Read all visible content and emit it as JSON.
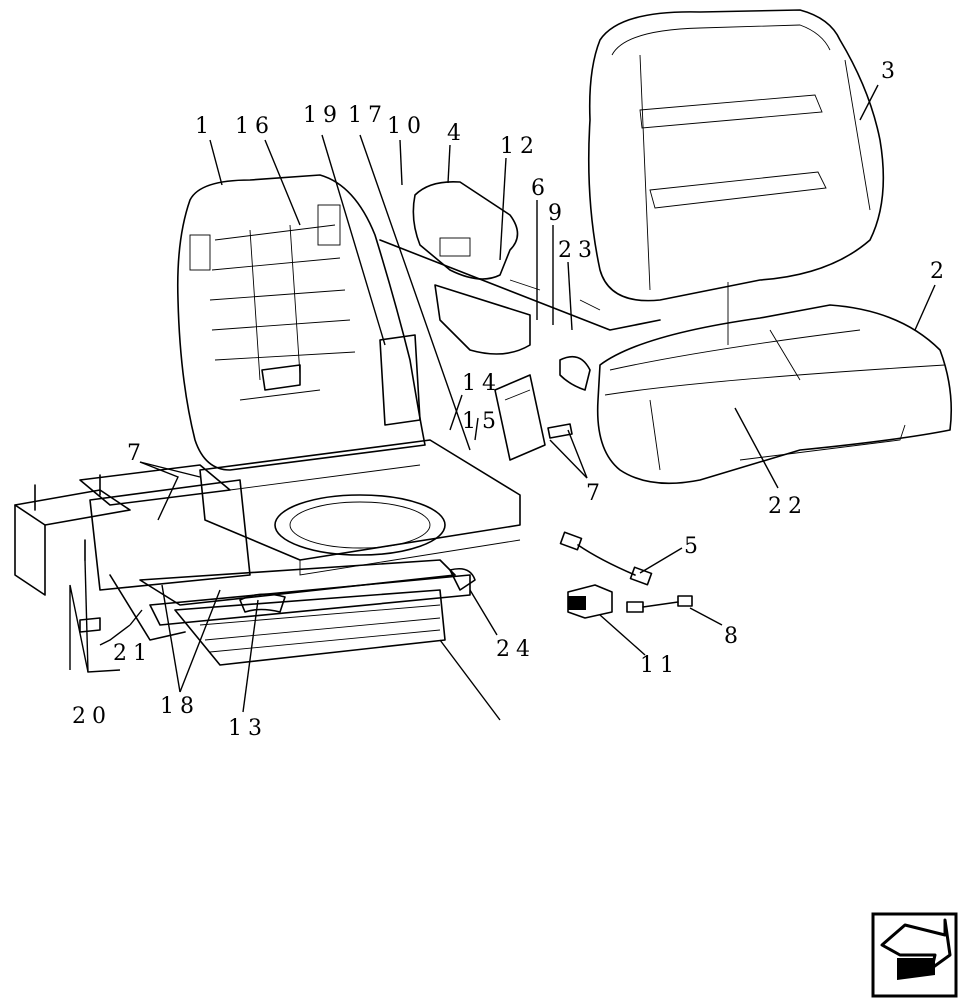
{
  "callouts": {
    "c1": "1",
    "c16": "16",
    "c19": "19",
    "c17": "17",
    "c10": "10",
    "c4": "4",
    "c12": "12",
    "c6": "6",
    "c9": "9",
    "c23": "23",
    "c3": "3",
    "c2": "2",
    "c14": "14",
    "c15": "15",
    "c7a": "7",
    "c7b": "7",
    "c22": "22",
    "c5": "5",
    "c24": "24",
    "c8": "8",
    "c11": "11",
    "c21": "21",
    "c20": "20",
    "c18": "18",
    "c13": "13"
  },
  "icons": {
    "nav": "arrow-right-icon"
  },
  "colors": {
    "line": "#000000",
    "background": "#ffffff"
  }
}
